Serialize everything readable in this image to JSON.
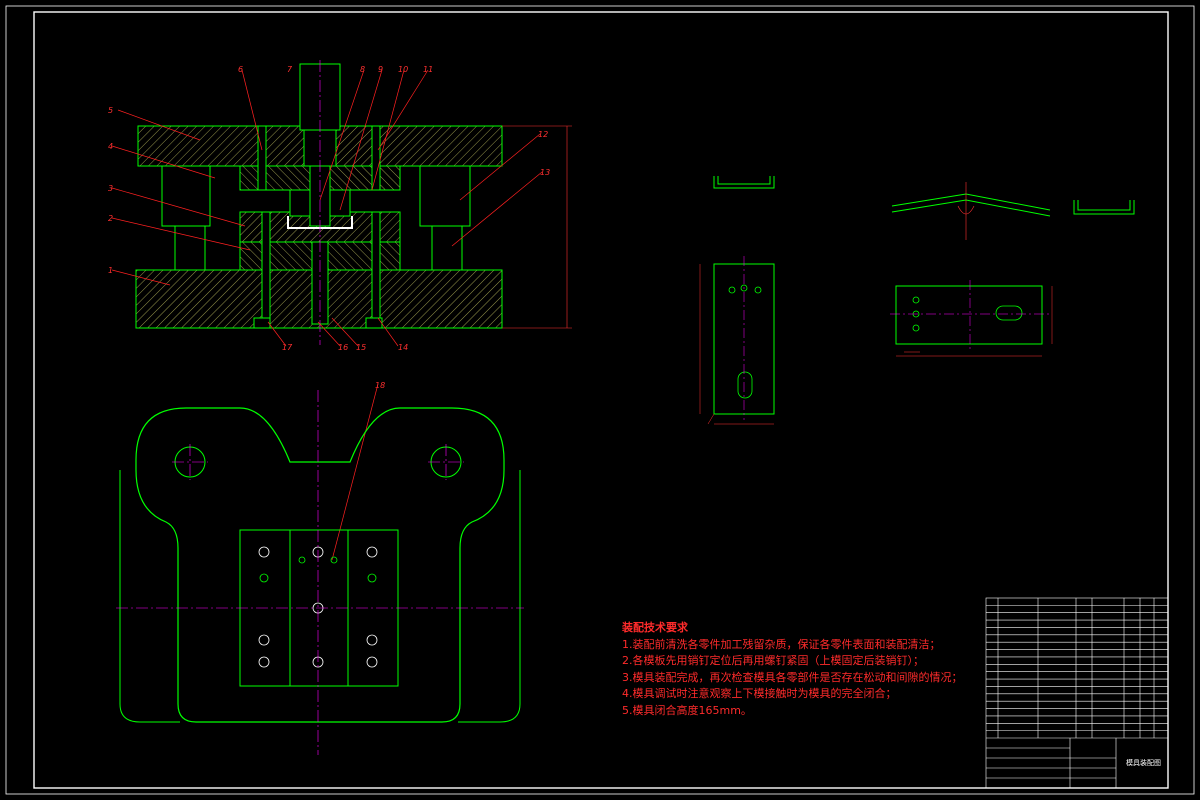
{
  "colors": {
    "background": "#000000",
    "outline": "#00ff00",
    "leader": "#ff2020",
    "hatch": "#ffff80",
    "center": "#ff00ff",
    "dimension": "#ff3030",
    "border": "#ffffff"
  },
  "part_labels": [
    "1",
    "2",
    "3",
    "4",
    "5",
    "6",
    "7",
    "8",
    "9",
    "10",
    "11",
    "12",
    "13",
    "14",
    "15",
    "16",
    "17",
    "18"
  ],
  "notes": {
    "title": "装配技术要求",
    "items": [
      "1.装配前清洗各零件加工残留杂质，保证各零件表面和装配清洁；",
      "2.各模板先用销钉定位后再用螺钉紧固（上模固定后装销钉）；",
      "3.模具装配完成，再次检查模具各零部件是否存在松动和间隙的情况；",
      "4.模具调试时注意观察上下模接触时为模具的完全闭合；",
      "5.模具闭合高度165mm。"
    ]
  },
  "title_block": {
    "drawing_name": "模具装配图"
  }
}
